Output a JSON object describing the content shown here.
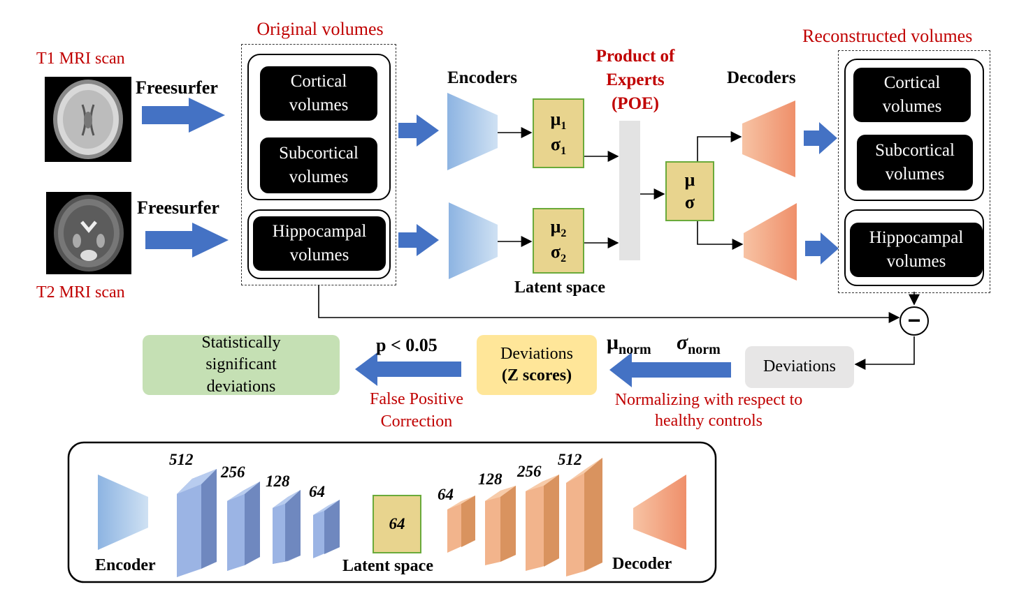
{
  "inputs": {
    "t1_label": "T1 MRI scan",
    "t2_label": "T2 MRI scan",
    "freesurfer_1": "Freesurfer",
    "freesurfer_2": "Freesurfer"
  },
  "original": {
    "title": "Original volumes",
    "cortical": "Cortical volumes",
    "subcortical": "Subcortical volumes",
    "hippocampal": "Hippocampal volumes"
  },
  "encoders_label": "Encoders",
  "poe_label": "Product of Experts (POE)",
  "decoders_label": "Decoders",
  "latent": {
    "mu1": "μ",
    "mu1_sub": "1",
    "sigma1": "σ",
    "sigma1_sub": "1",
    "mu2": "μ",
    "mu2_sub": "2",
    "sigma2": "σ",
    "sigma2_sub": "2",
    "mu": "μ",
    "sigma": "σ",
    "space_label": "Latent space"
  },
  "reconstructed": {
    "title": "Reconstructed volumes",
    "cortical": "Cortical volumes",
    "subcortical": "Subcortical volumes",
    "hippocampal": "Hippocampal volumes"
  },
  "minus_symbol": "−",
  "pipeline": {
    "deviations": "Deviations",
    "mu_norm": "μ",
    "mu_norm_sub": "norm",
    "sigma_norm": "σ",
    "sigma_norm_sub": "norm",
    "normalizing_note": "Normalizing with respect to healthy controls",
    "z_scores_line1": "Deviations",
    "z_scores_line2": "(Z scores)",
    "p_value": "p < 0.05",
    "fp_correction": "False Positive Correction",
    "significant": "Statistically significant deviations"
  },
  "architecture": {
    "encoder_label": "Encoder",
    "latent_label": "Latent space",
    "decoder_label": "Decoder",
    "encoder_layers": [
      "512",
      "256",
      "128",
      "64"
    ],
    "latent_size": "64",
    "decoder_layers": [
      "64",
      "128",
      "256",
      "512"
    ]
  },
  "colors": {
    "arrow_blue": "#4472c4",
    "encoder_blue": "#9dc3e6",
    "decoder_orange": "#f4b183",
    "latent_tan": "#e8d48e",
    "latent_border": "#6aaa3a",
    "title_red": "#c00000",
    "z_yellow": "#ffe699",
    "significant_green": "#c5e0b4",
    "deviations_gray": "#e7e6e6",
    "layer_blue": "#8faadc",
    "layer_orange": "#e2a070"
  }
}
